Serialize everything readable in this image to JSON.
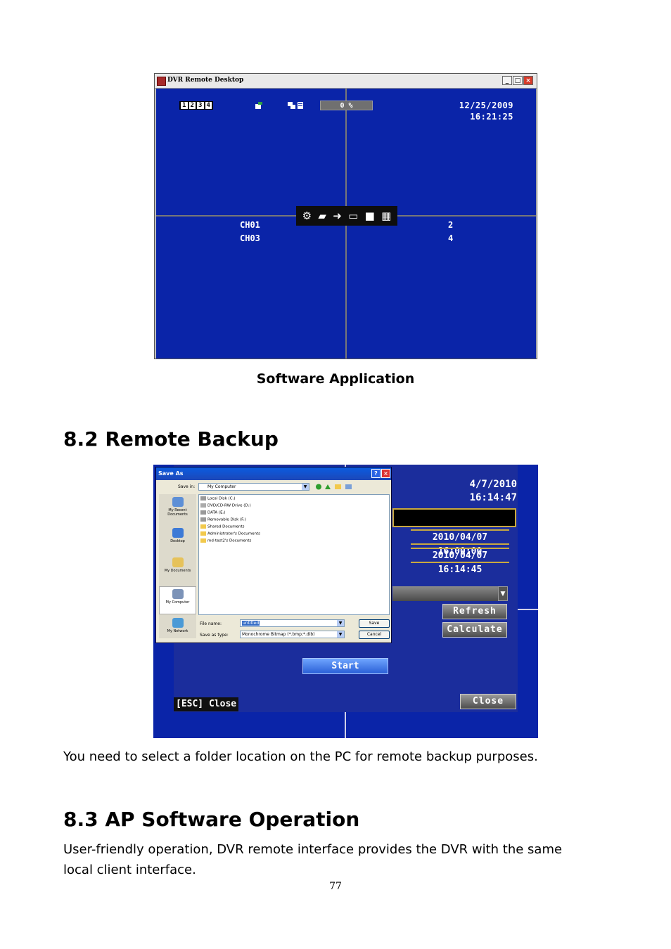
{
  "figure1": {
    "window_title": "DVR Remote Desktop",
    "window_buttons": [
      "_",
      "□",
      "×"
    ],
    "channel_buttons": [
      "1",
      "2",
      "3",
      "4"
    ],
    "progress_text": "0 %",
    "date": "12/25/2009",
    "time": "16:21:25",
    "channel_labels": [
      "CH01",
      "2",
      "CH03",
      "4"
    ],
    "toolbar_icons": [
      "gear-icon",
      "camera-icon",
      "arrow-icon",
      "monitor-icon",
      "single-view-icon",
      "quad-view-icon"
    ]
  },
  "caption1": "Software Application",
  "section_8_2": "8.2 Remote Backup",
  "figure2": {
    "dvr_date": "4/7/2010",
    "dvr_time": "16:14:47",
    "start_time": "2010/04/07 16:00:00",
    "end_time": "2010/04/07 16:14:45",
    "refresh_label": "Refresh",
    "calculate_label": "Calculate",
    "start_label": "Start",
    "esc_label": "[ESC] Close",
    "close_label": "Close",
    "dialog": {
      "title": "Save As",
      "save_in_label": "Save in:",
      "save_in_value": "My Computer",
      "places": [
        "My Recent Documents",
        "Desktop",
        "My Documents",
        "My Computer",
        "My Network"
      ],
      "files": [
        "Local Disk (C:)",
        "DVD/CD-RW Drive (D:)",
        "DATA (E:)",
        "Removable Disk (F:)",
        "Shared Documents",
        "Administrator's Documents",
        "md-test2's Documents"
      ],
      "file_name_label": "File name:",
      "file_name_value": "untitled",
      "save_as_type_label": "Save as type:",
      "save_as_type_value": "Monochrome Bitmap (*.bmp;*.dib)",
      "save_button": "Save",
      "cancel_button": "Cancel"
    }
  },
  "para_8_2": "You need to select a folder location on the PC for remote backup purposes.",
  "section_8_3": "8.3 AP Software Operation",
  "para_8_3_line1": "User-friendly operation, DVR remote interface provides the DVR with the same",
  "para_8_3_line2": "local client interface.",
  "page_number": "77",
  "colors": {
    "dvr_blue": "#0a24a8",
    "panel_blue": "#1b2d9c",
    "start_blue": "#2a5fd6"
  }
}
